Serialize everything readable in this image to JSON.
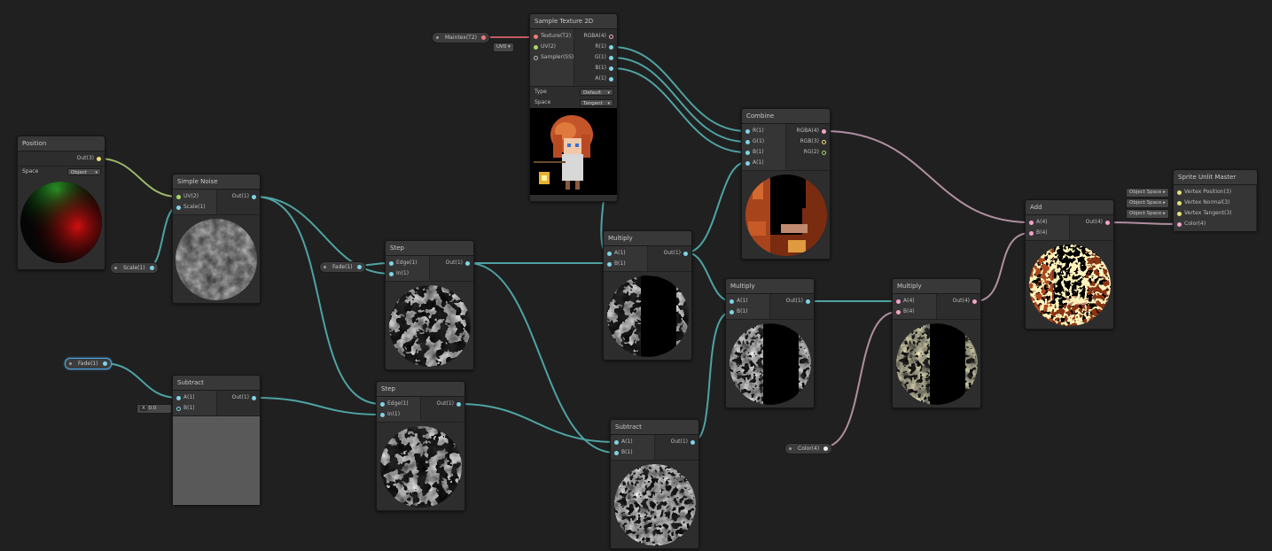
{
  "sample_texture": {
    "title": "Sample Texture 2D",
    "inputs": [
      "Texture(T2)",
      "UV(2)",
      "Sampler(SS)"
    ],
    "outputs": [
      "RGBA(4)",
      "R(1)",
      "G(1)",
      "B(1)",
      "A(1)"
    ],
    "type_label": "Type",
    "type_value": "Default",
    "space_label": "Space",
    "space_value": "Tangent"
  },
  "maintex_property": "Maintex(T2)",
  "uv_tag": "UV0",
  "position": {
    "title": "Position",
    "output": "Out(3)",
    "space_label": "Space",
    "space_value": "Object"
  },
  "simple_noise": {
    "title": "Simple Noise",
    "inputs": [
      "UV(2)",
      "Scale(1)"
    ],
    "output": "Out(1)"
  },
  "scale_property": "Scale(1)",
  "step_a": {
    "title": "Step",
    "inputs": [
      "Edge(1)",
      "In(1)"
    ],
    "output": "Out(1)"
  },
  "fade_property_a": "Fade(1)",
  "fade_property_b": "Fade(1)",
  "subtract_a": {
    "title": "Subtract",
    "inputs": [
      "A(1)",
      "B(1)"
    ],
    "output": "Out(1)"
  },
  "subtract_b_value": {
    "axis": "X",
    "value": "0.0"
  },
  "step_b": {
    "title": "Step",
    "inputs": [
      "Edge(1)",
      "In(1)"
    ],
    "output": "Out(1)"
  },
  "multiply_a": {
    "title": "Multiply",
    "inputs": [
      "A(1)",
      "B(1)"
    ],
    "output": "Out(1)"
  },
  "subtract_b": {
    "title": "Subtract",
    "inputs": [
      "A(1)",
      "B(1)"
    ],
    "output": "Out(1)"
  },
  "combine": {
    "title": "Combine",
    "inputs": [
      "R(1)",
      "G(1)",
      "B(1)",
      "A(1)"
    ],
    "outputs": [
      "RGBA(4)",
      "RGB(3)",
      "RG(2)"
    ]
  },
  "multiply_b": {
    "title": "Multiply",
    "inputs": [
      "A(1)",
      "B(1)"
    ],
    "output": "Out(1)"
  },
  "multiply_c": {
    "title": "Multiply",
    "inputs": [
      "A(4)",
      "B(4)"
    ],
    "output": "Out(4)"
  },
  "color_property": "Color(4)",
  "add": {
    "title": "Add",
    "inputs": [
      "A(4)",
      "B(4)"
    ],
    "output": "Out(4)"
  },
  "master": {
    "title": "Sprite Unlit Master",
    "inputs": [
      "Vertex Position(3)",
      "Vertex Normal(3)",
      "Vertex Tangent(3)",
      "Color(4)"
    ],
    "space_tags": [
      "Object Space",
      "Object Space",
      "Object Space"
    ]
  },
  "colors": {
    "float_port": "#7fd4e6",
    "vector2_port": "#a3d96a",
    "vector3_port": "#e8e27a",
    "vector4_port": "#f2a4c8",
    "texture_port": "#f07a7a"
  }
}
